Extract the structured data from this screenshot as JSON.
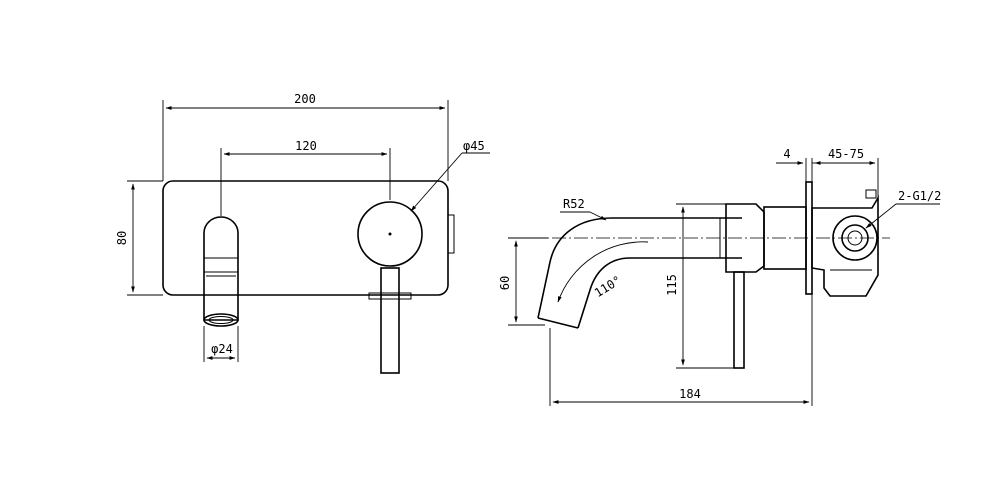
{
  "front_view": {
    "dim_overall_width": "200",
    "dim_spout_to_handle": "120",
    "dim_handle_diameter": "φ45",
    "dim_plate_height": "80",
    "dim_outlet_diameter": "φ24"
  },
  "side_view": {
    "dim_spout_radius": "R52",
    "dim_angle": "110°",
    "dim_outlet_height": "60",
    "dim_total_height": "115",
    "dim_projection": "184",
    "dim_plate_thickness": "4",
    "dim_wall_depth_range": "45-75",
    "dim_inlet_thread": "2-G1/2"
  },
  "colors": {
    "line": "#000000",
    "background": "#ffffff"
  }
}
